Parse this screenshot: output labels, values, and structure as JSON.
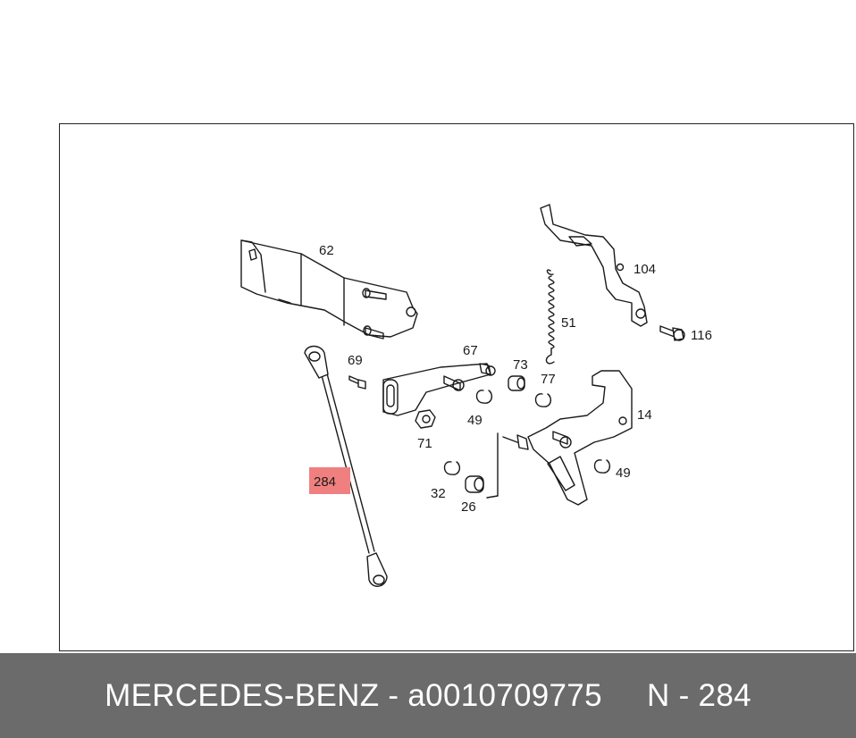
{
  "diagram": {
    "highlight_color": "#f08080",
    "labels": {
      "p62": "62",
      "p104": "104",
      "p51": "51",
      "p116": "116",
      "p67": "67",
      "p69": "69",
      "p73": "73",
      "p77": "77",
      "p49a": "49",
      "p14": "14",
      "p71": "71",
      "p284": "284",
      "p49b": "49",
      "p32": "32",
      "p26": "26"
    }
  },
  "footer": {
    "brand": "MERCEDES-BENZ",
    "separator": " - ",
    "part_number": "a0010709775",
    "gap": "     ",
    "ref": "N - 284",
    "background": "#6b6b6b"
  }
}
